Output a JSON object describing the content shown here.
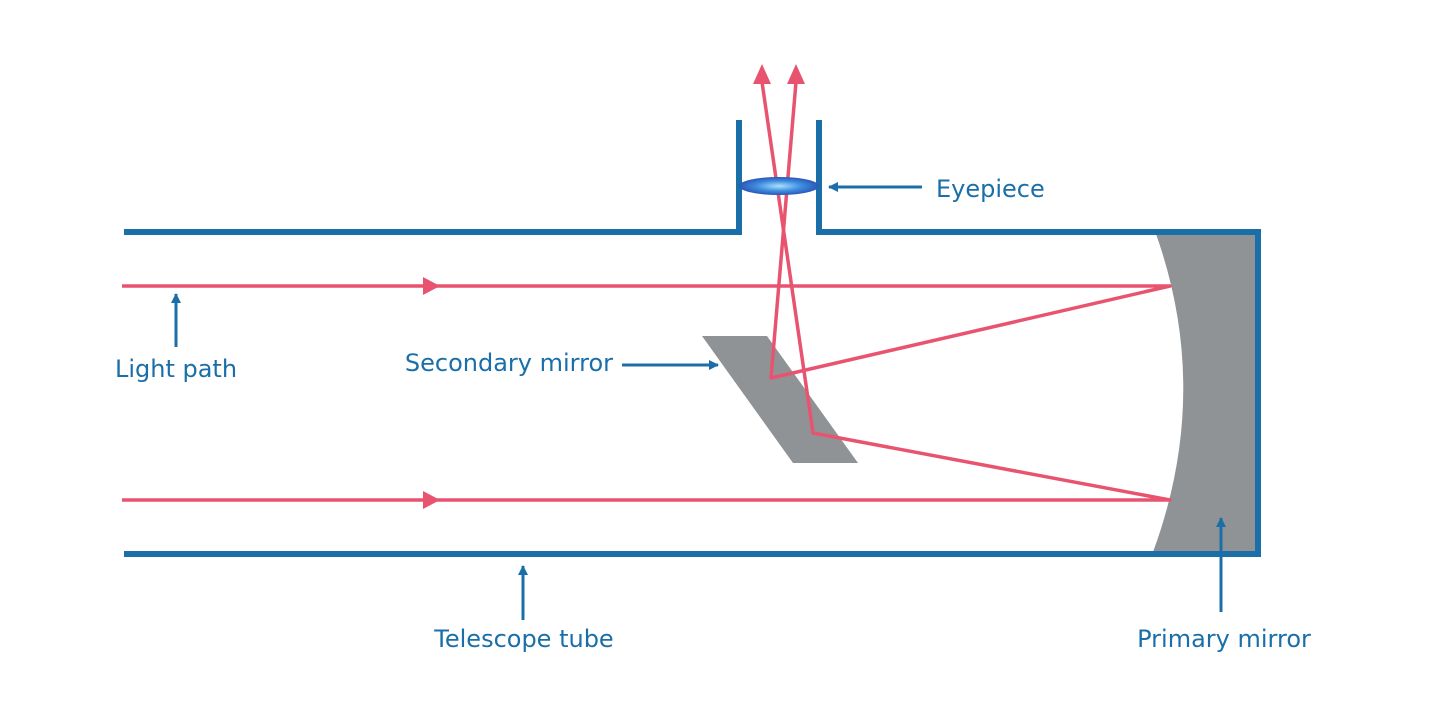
{
  "labels": {
    "eyepiece": "Eyepiece",
    "light_path": "Light path",
    "secondary_mirror": "Secondary mirror",
    "telescope_tube": "Telescope tube",
    "primary_mirror": "Primary mirror"
  },
  "colors": {
    "tube": "#1b6fa8",
    "label": "#1b6fa8",
    "light": "#e85470",
    "mirror": "#909396",
    "lens": "#2f62c4"
  }
}
